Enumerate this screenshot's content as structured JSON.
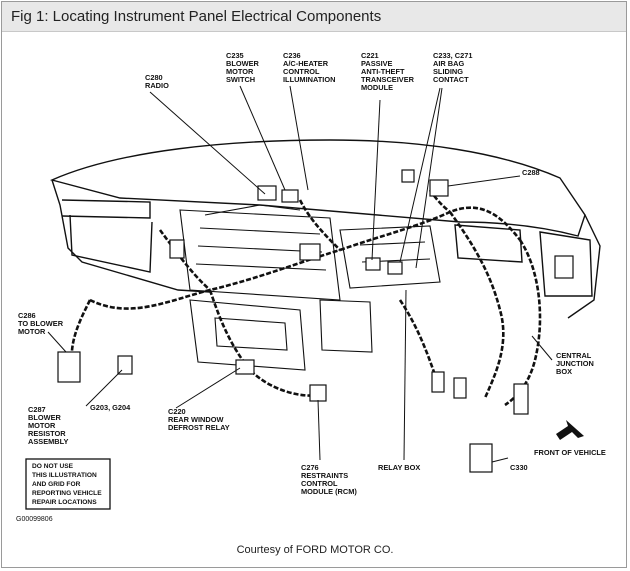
{
  "title": "Fig 1: Locating Instrument Panel Electrical Components",
  "courtesy": "Courtesy of FORD MOTOR CO.",
  "figure_code": "G00099806",
  "labels": {
    "c235": [
      "C235",
      "BLOWER",
      "MOTOR",
      "SWITCH"
    ],
    "c236": [
      "C236",
      "A/C-HEATER",
      "CONTROL",
      "ILLUMINATION"
    ],
    "c221": [
      "C221",
      "PASSIVE",
      "ANTI-THEFT",
      "TRANSCEIVER",
      "MODULE"
    ],
    "c233": [
      "C233, C271",
      "AIR BAG",
      "SLIDING",
      "CONTACT"
    ],
    "c280": [
      "C280",
      "RADIO"
    ],
    "c288": [
      "C288"
    ],
    "c286": [
      "C286",
      "TO BLOWER",
      "MOTOR"
    ],
    "c287": [
      "C287",
      "BLOWER",
      "MOTOR",
      "RESISTOR",
      "ASSEMBLY"
    ],
    "g203": [
      "G203, G204"
    ],
    "c220": [
      "C220",
      "REAR WINDOW",
      "DEFROST RELAY"
    ],
    "c276": [
      "C276",
      "RESTRAINTS",
      "CONTROL",
      "MODULE (RCM)"
    ],
    "relay_box": [
      "RELAY BOX"
    ],
    "central_junction": [
      "CENTRAL",
      "JUNCTION",
      "BOX"
    ],
    "c330": [
      "C330"
    ],
    "front_of_vehicle": [
      "FRONT OF VEHICLE"
    ]
  },
  "notice": [
    "DO NOT USE",
    "THIS ILLUSTRATION",
    "AND GRID FOR",
    "REPORTING VEHICLE",
    "REPAIR LOCATIONS"
  ]
}
